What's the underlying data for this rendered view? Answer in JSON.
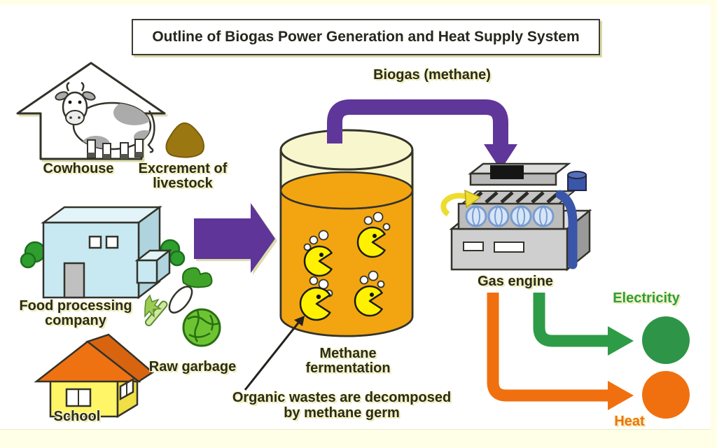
{
  "title": "Outline of Biogas Power Generation and Heat Supply System",
  "flow_labels": {
    "biogas": "Biogas (methane)",
    "electricity": "Electricity",
    "heat": "Heat"
  },
  "sources": {
    "cowhouse": "Cowhouse",
    "excrement_line1": "Excrement of",
    "excrement_line2": "livestock",
    "food_processing_line1": "Food processing",
    "food_processing_line2": "company",
    "school": "School",
    "raw_garbage": "Raw garbage"
  },
  "digester": {
    "methane_line1": "Methane",
    "methane_line2": "fermentation",
    "note_line1": "Organic wastes are decomposed",
    "note_line2": "by methane germ"
  },
  "engine": {
    "label": "Gas engine"
  },
  "colors": {
    "biogas_pipe_purple": "#5F3699",
    "digester_liquid_orange": "#F2A511",
    "digester_headspace_cream": "#F8F6CC",
    "germ_yellow": "#FFF100",
    "electricity_green": "#2E9C46",
    "heat_orange": "#F07010",
    "engine_pipe_blue": "#3A56A8",
    "excrement_brown": "#9B7712",
    "factory_blue": "#C9E9F2",
    "school_yellow": "#FFF566",
    "roof_orange": "#EE7212",
    "page_margin_cream": "#FFFFE8",
    "label_halo": "#F6F4C0"
  },
  "icons": {
    "cowhouse-icon": "barn outline with dairy cow",
    "excrement-icon": "manure pile",
    "factory-icon": "food processing building with bushes",
    "vegetables-icon": "cabbage, radish and stalk (raw garbage)",
    "school-icon": "house with orange roof",
    "digester-tank-icon": "cylindrical methane fermentation tank",
    "germ-icon": "yellow pac-man microbe with bubbles",
    "gas-engine-icon": "gray engine with blue pipe and yellow recycle arrow",
    "biogas-arrow-icon": "purple pipe arrow",
    "input-arrow-icon": "large purple right arrow",
    "electricity-node-icon": "solid green circle",
    "heat-node-icon": "solid orange circle",
    "pointer-arrow-icon": "thin black arrow to germ"
  }
}
